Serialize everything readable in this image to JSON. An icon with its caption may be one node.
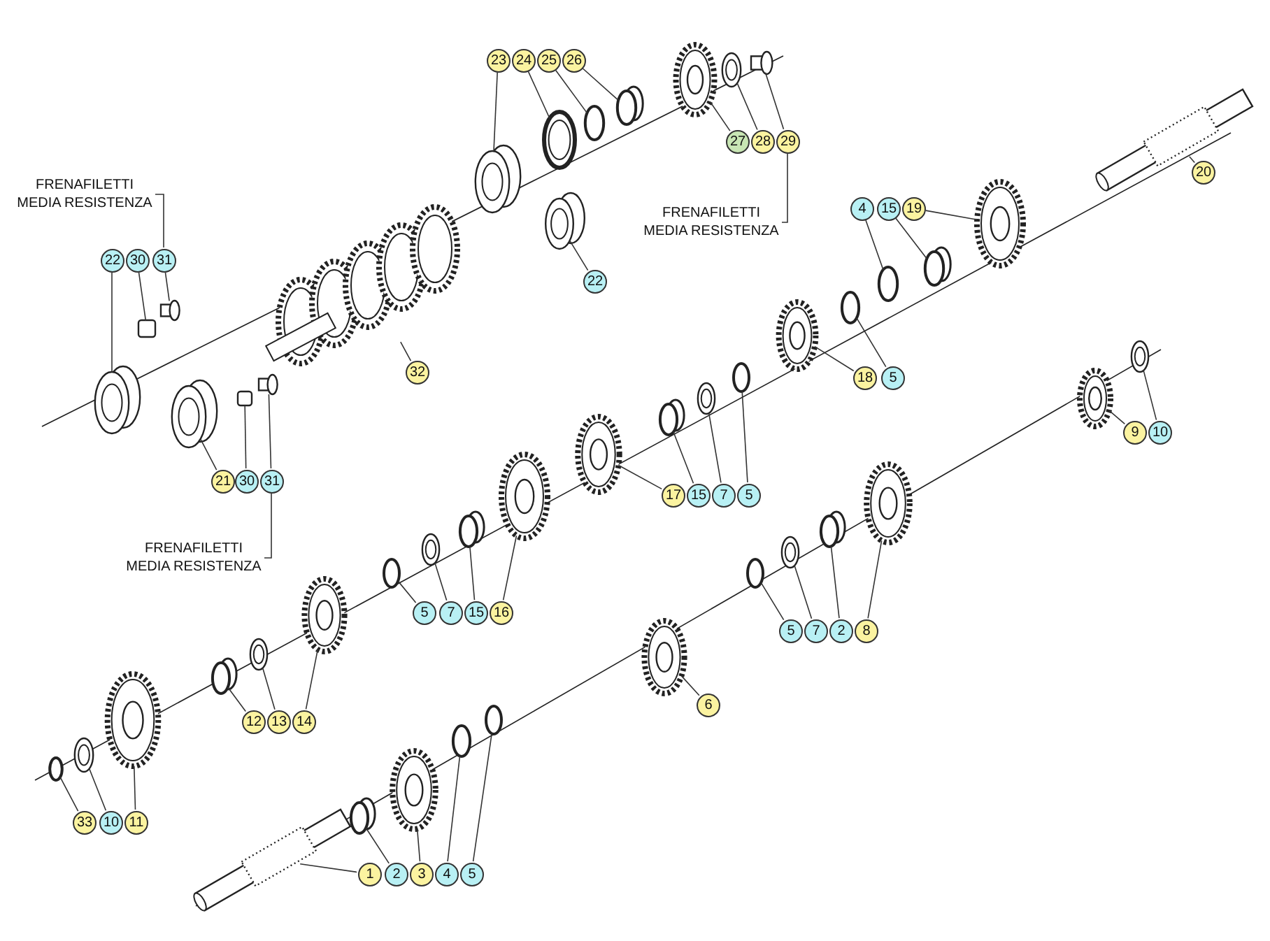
{
  "diagram": {
    "nodes": [
      {
        "text": [
          "23"
        ]
      },
      {
        "text": [
          "24"
        ]
      },
      {
        "text": [
          "25"
        ]
      },
      {
        "text": [
          "26"
        ]
      },
      {
        "text": [
          "27"
        ]
      },
      {
        "text": [
          "28"
        ]
      },
      {
        "text": [
          "29"
        ]
      },
      {
        "text": [
          "FRENAFILETTI MEDIA RESISTENZA"
        ]
      },
      {
        "text": [
          "FRENAFILETTI MEDIA RESISTENZA"
        ]
      },
      {
        "text": [
          "22"
        ]
      },
      {
        "text": [
          "30"
        ]
      },
      {
        "text": [
          "31"
        ]
      },
      {
        "text": [
          "22"
        ]
      },
      {
        "text": [
          "32"
        ]
      },
      {
        "text": [
          "20"
        ]
      },
      {
        "text": [
          "4"
        ]
      },
      {
        "text": [
          "15"
        ]
      },
      {
        "text": [
          "19"
        ]
      },
      {
        "text": [
          "18"
        ]
      },
      {
        "text": [
          "5"
        ]
      },
      {
        "text": [
          "9"
        ]
      },
      {
        "text": [
          "10"
        ]
      },
      {
        "text": [
          "17"
        ]
      },
      {
        "text": [
          "15"
        ]
      },
      {
        "text": [
          "7"
        ]
      },
      {
        "text": [
          "5"
        ]
      },
      {
        "text": [
          "21"
        ]
      },
      {
        "text": [
          "30"
        ]
      },
      {
        "text": [
          "31"
        ]
      },
      {
        "text": [
          "FRENAFILETTI MEDIA RESISTENZA"
        ]
      },
      {
        "text": [
          "5"
        ]
      },
      {
        "text": [
          "7"
        ]
      },
      {
        "text": [
          "15"
        ]
      },
      {
        "text": [
          "16"
        ]
      },
      {
        "text": [
          "5"
        ]
      },
      {
        "text": [
          "7"
        ]
      },
      {
        "text": [
          "2"
        ]
      },
      {
        "text": [
          "8"
        ]
      },
      {
        "text": [
          "6"
        ]
      },
      {
        "text": [
          "12"
        ]
      },
      {
        "text": [
          "13"
        ]
      },
      {
        "text": [
          "14"
        ]
      },
      {
        "text": [
          "33"
        ]
      },
      {
        "text": [
          "10"
        ]
      },
      {
        "text": [
          "11"
        ]
      },
      {
        "text": [
          "1"
        ]
      },
      {
        "text": [
          "2"
        ]
      },
      {
        "text": [
          "3"
        ]
      },
      {
        "text": [
          "4"
        ]
      },
      {
        "text": [
          "5"
        ]
      }
    ],
    "edges": [
      {
        "from": 0,
        "to": null,
        "arrow": "none"
      },
      {
        "from": 1,
        "to": null,
        "arrow": "none"
      },
      {
        "from": 2,
        "to": null,
        "arrow": "none"
      },
      {
        "from": 3,
        "to": null,
        "arrow": "none"
      },
      {
        "from": 4,
        "to": null,
        "arrow": "none"
      },
      {
        "from": 5,
        "to": null,
        "arrow": "none"
      },
      {
        "from": 6,
        "to": null,
        "arrow": "none"
      },
      {
        "from": 7,
        "to": 6,
        "arrow": "none"
      },
      {
        "from": 8,
        "to": 11,
        "arrow": "none"
      },
      {
        "from": 9,
        "to": null,
        "arrow": "none"
      },
      {
        "from": 10,
        "to": null,
        "arrow": "none"
      },
      {
        "from": 11,
        "to": null,
        "arrow": "none"
      },
      {
        "from": 12,
        "to": null,
        "arrow": "none"
      },
      {
        "from": 13,
        "to": null,
        "arrow": "none"
      },
      {
        "from": 14,
        "to": null,
        "arrow": "none"
      },
      {
        "from": 15,
        "to": null,
        "arrow": "none"
      },
      {
        "from": 16,
        "to": null,
        "arrow": "none"
      },
      {
        "from": 17,
        "to": null,
        "arrow": "none"
      },
      {
        "from": 18,
        "to": null,
        "arrow": "none"
      },
      {
        "from": 19,
        "to": null,
        "arrow": "none"
      },
      {
        "from": 20,
        "to": null,
        "arrow": "none"
      },
      {
        "from": 21,
        "to": null,
        "arrow": "none"
      },
      {
        "from": 22,
        "to": null,
        "arrow": "none"
      },
      {
        "from": 23,
        "to": null,
        "arrow": "none"
      },
      {
        "from": 24,
        "to": null,
        "arrow": "none"
      },
      {
        "from": 25,
        "to": null,
        "arrow": "none"
      },
      {
        "from": 26,
        "to": null,
        "arrow": "none"
      },
      {
        "from": 27,
        "to": null,
        "arrow": "none"
      },
      {
        "from": 28,
        "to": null,
        "arrow": "none"
      },
      {
        "from": 29,
        "to": 28,
        "arrow": "none"
      },
      {
        "from": 30,
        "to": null,
        "arrow": "none"
      },
      {
        "from": 31,
        "to": null,
        "arrow": "none"
      },
      {
        "from": 32,
        "to": null,
        "arrow": "none"
      },
      {
        "from": 33,
        "to": null,
        "arrow": "none"
      },
      {
        "from": 34,
        "to": null,
        "arrow": "none"
      },
      {
        "from": 35,
        "to": null,
        "arrow": "none"
      },
      {
        "from": 36,
        "to": null,
        "arrow": "none"
      },
      {
        "from": 37,
        "to": null,
        "arrow": "none"
      },
      {
        "from": 38,
        "to": null,
        "arrow": "none"
      },
      {
        "from": 39,
        "to": null,
        "arrow": "none"
      },
      {
        "from": 40,
        "to": null,
        "arrow": "none"
      },
      {
        "from": 41,
        "to": null,
        "arrow": "none"
      },
      {
        "from": 42,
        "to": null,
        "arrow": "none"
      },
      {
        "from": 43,
        "to": null,
        "arrow": "none"
      },
      {
        "from": 44,
        "to": null,
        "arrow": "none"
      },
      {
        "from": 45,
        "to": null,
        "arrow": "none"
      },
      {
        "from": 46,
        "to": null,
        "arrow": "none"
      },
      {
        "from": 47,
        "to": null,
        "arrow": "none"
      },
      {
        "from": 48,
        "to": null,
        "arrow": "none"
      },
      {
        "from": 49,
        "to": null,
        "arrow": "none"
      }
    ]
  }
}
